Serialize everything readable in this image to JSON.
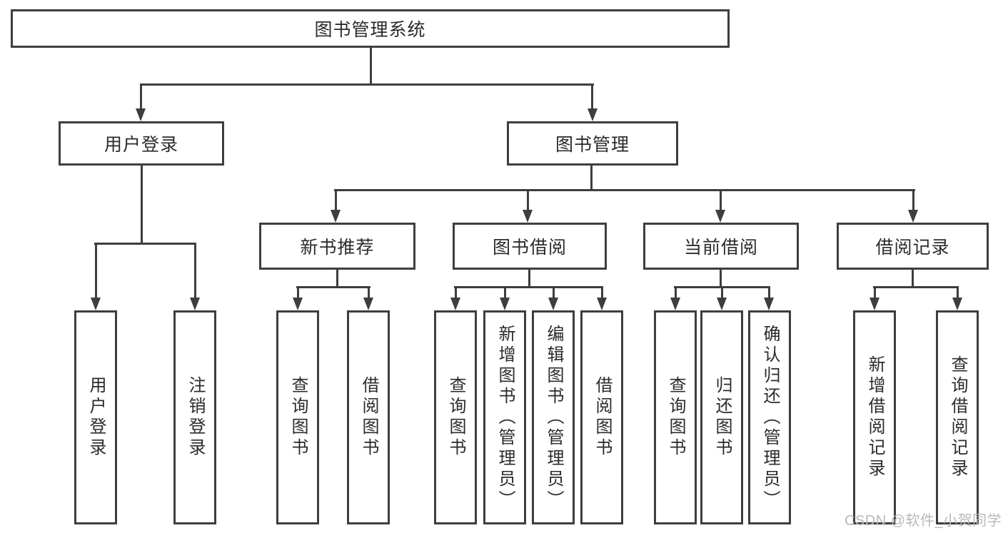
{
  "tree": {
    "label": "图书管理系统",
    "children": [
      {
        "label": "用户登录",
        "children": [
          {
            "label": "用户登录"
          },
          {
            "label": "注销登录"
          }
        ]
      },
      {
        "label": "图书管理",
        "children": [
          {
            "label": "新书推荐",
            "children": [
              {
                "label": "查询图书"
              },
              {
                "label": "借阅图书"
              }
            ]
          },
          {
            "label": "图书借阅",
            "children": [
              {
                "label": "查询图书"
              },
              {
                "label": "新增图书（管理员）"
              },
              {
                "label": "编辑图书（管理员）"
              },
              {
                "label": "借阅图书"
              }
            ]
          },
          {
            "label": "当前借阅",
            "children": [
              {
                "label": "查询图书"
              },
              {
                "label": "归还图书"
              },
              {
                "label": "确认归还（管理员）"
              }
            ]
          },
          {
            "label": "借阅记录",
            "children": [
              {
                "label": "新增借阅记录"
              },
              {
                "label": "查询借阅记录"
              }
            ]
          }
        ]
      }
    ]
  },
  "watermark": {
    "text": "CSDN @软件_小贺同学"
  },
  "colors": {
    "background": "#ffffff",
    "line": "#3e3e3e",
    "text": "#2b2b2b",
    "watermark": "#b9b9b9"
  }
}
